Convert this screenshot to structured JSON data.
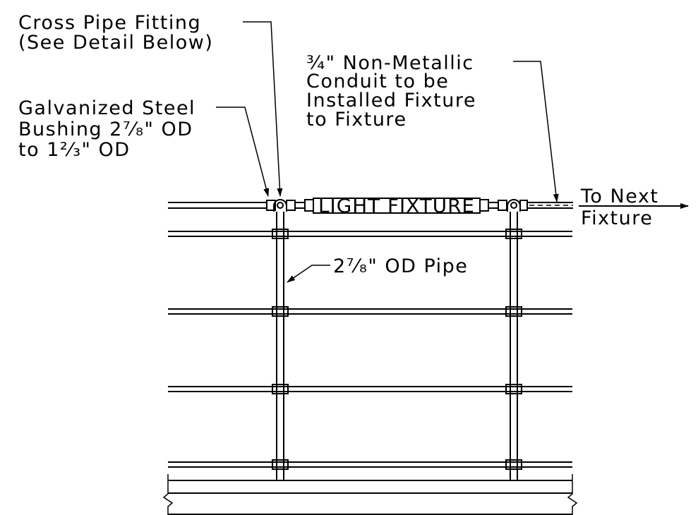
{
  "labels": {
    "cross_fitting_1": "Cross Pipe Fitting",
    "cross_fitting_2": "(See Detail Below)",
    "bushing_1": "Galvanized Steel",
    "bushing_2": "Bushing 2⁷⁄₈\" OD",
    "bushing_3": "to 1²⁄₃\" OD",
    "conduit_1": "¾\" Non-Metallic",
    "conduit_2": "Conduit to be",
    "conduit_3": "Installed Fixture",
    "conduit_4": "to Fixture",
    "light_fixture": "LIGHT FIXTURE",
    "to_next_1": "To Next",
    "to_next_2": "Fixture",
    "pipe": "2⁷⁄₈\" OD Pipe"
  }
}
